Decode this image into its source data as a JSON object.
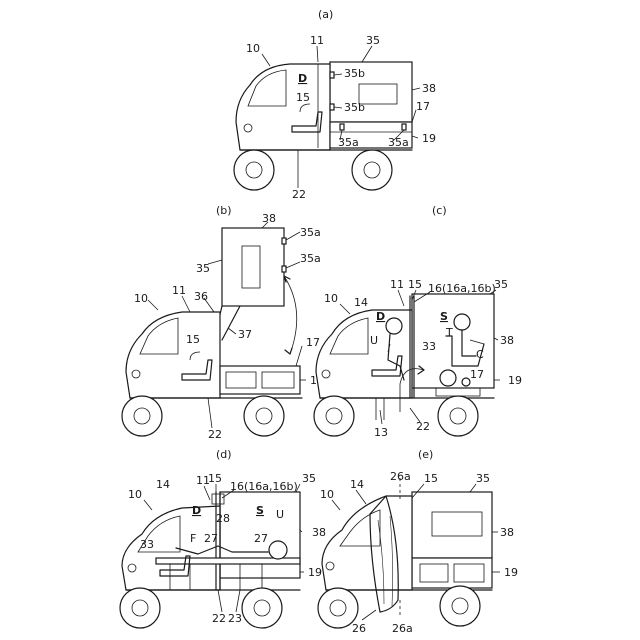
{
  "panels": {
    "a": {
      "caption": "(a)",
      "labels": {
        "l10": "10",
        "l11": "11",
        "l35": "35",
        "l35b_top": "35b",
        "lD": "D",
        "l15": "15",
        "l35b_mid": "35b",
        "l38": "38",
        "l17": "17",
        "l35a_l": "35a",
        "l35a_r": "35a",
        "l19": "19",
        "l22": "22"
      }
    },
    "b": {
      "caption": "(b)",
      "labels": {
        "l38": "38",
        "l35a_top": "35a",
        "l35a_mid": "35a",
        "l35": "35",
        "l10": "10",
        "l11": "11",
        "l36": "36",
        "l37": "37",
        "l15": "15",
        "l17": "17",
        "l19": "19",
        "l22": "22"
      }
    },
    "c": {
      "caption": "(c)",
      "labels": {
        "l10": "10",
        "l11": "11",
        "l15": "15",
        "l16": "16(16a,16b)",
        "l35": "35",
        "l14": "14",
        "lD": "D",
        "lS": "S",
        "lU": "U",
        "lT": "T",
        "l33": "33",
        "l38": "38",
        "lC": "C",
        "l17": "17",
        "l19": "19",
        "l13": "13",
        "l22": "22"
      }
    },
    "d": {
      "caption": "(d)",
      "labels": {
        "l10": "10",
        "l11": "11",
        "l15": "15",
        "l16": "16(16a,16b)",
        "l35": "35",
        "l14": "14",
        "lD": "D",
        "lS": "S",
        "lU": "U",
        "l28": "28",
        "l38": "38",
        "l33": "33",
        "lF": "F",
        "l27a": "27",
        "l27b": "27",
        "l19": "19",
        "l22": "22",
        "l23": "23"
      }
    },
    "e": {
      "caption": "(e)",
      "labels": {
        "l10": "10",
        "l26a_top": "26a",
        "l15": "15",
        "l35": "35",
        "l14": "14",
        "l38": "38",
        "l19": "19",
        "l26": "26",
        "l26a_bot": "26a"
      }
    }
  }
}
